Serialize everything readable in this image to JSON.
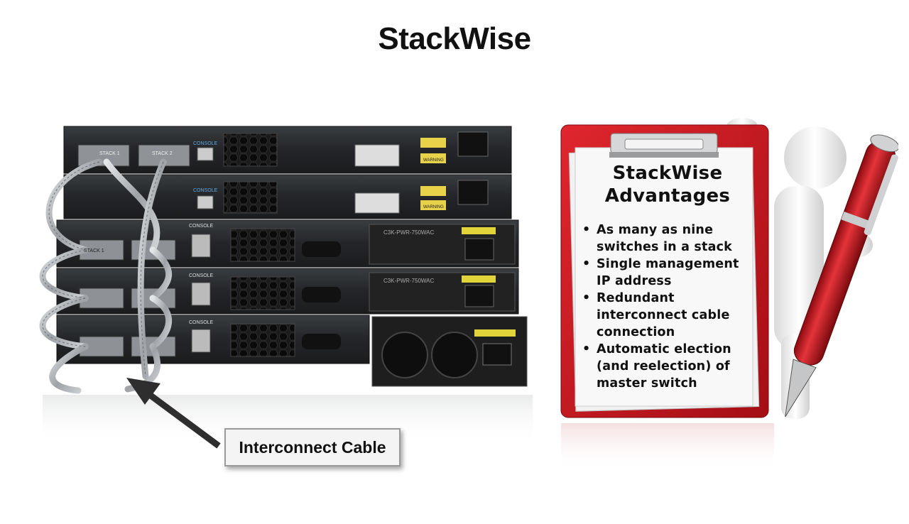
{
  "slide": {
    "title": "StackWise"
  },
  "switches": {
    "console_label": "CONSOLE",
    "stack1_label": "STACK 1",
    "stack2_label": "STACK 2",
    "psu_label": "C3K-PWR-750WAC",
    "warning_label": "WARNING"
  },
  "callout": {
    "label": "Interconnect Cable"
  },
  "clipboard": {
    "heading_line1": "StackWise",
    "heading_line2": "Advantages",
    "items": [
      {
        "bullet": "•",
        "text": "As many as nine switches in a stack"
      },
      {
        "bullet": "•",
        "text": "Single management IP address"
      },
      {
        "bullet": "•",
        "text": "Redundant interconnect cable connection"
      },
      {
        "bullet": "•",
        "text": "Automatic election (and reelection) of master switch"
      }
    ]
  },
  "colors": {
    "clipboard_red": "#c8141c",
    "switch_body": "#2a2c2e",
    "cable_silver": "#b8bcc0",
    "pen_red": "#c0141c"
  }
}
